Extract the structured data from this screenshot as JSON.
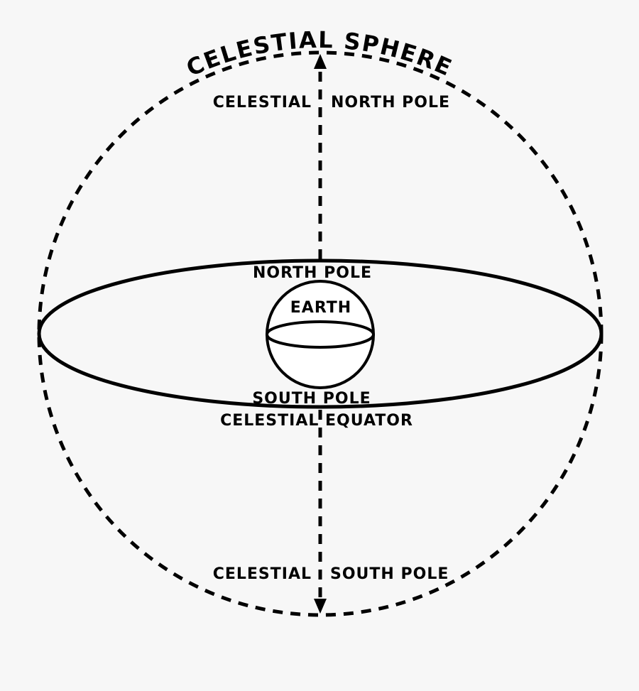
{
  "colors": {
    "background": "#f7f7f7",
    "ink": "#000000",
    "earth_fill": "#ffffff"
  },
  "labels": {
    "sphere_title": "CELESTIAL SPHERE",
    "celestial_north_left": "CELESTIAL",
    "celestial_north_right": "NORTH POLE",
    "north_pole": "NORTH POLE",
    "earth": "EARTH",
    "south_pole": "SOUTH POLE",
    "celestial_equator": "CELESTIAL EQUATOR",
    "celestial_south_left": "CELESTIAL",
    "celestial_south_right": "SOUTH POLE"
  }
}
